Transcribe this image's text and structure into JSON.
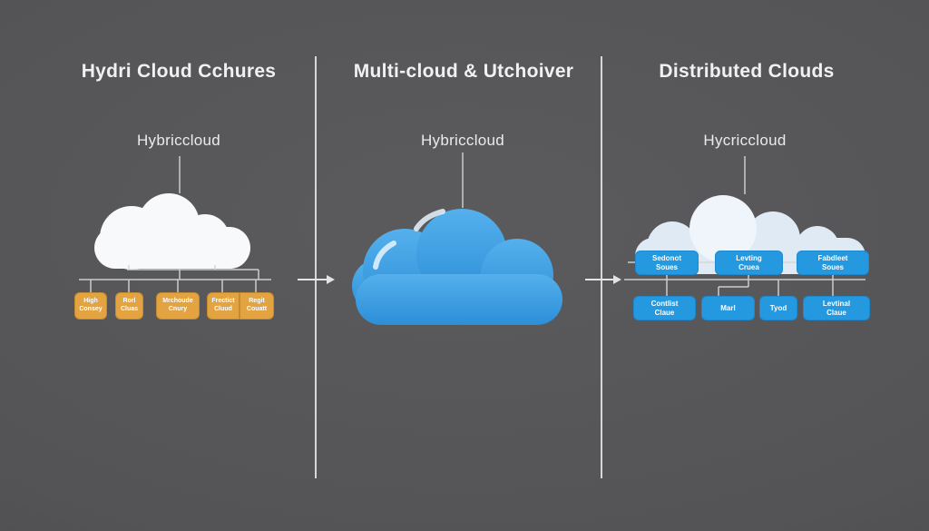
{
  "colors": {
    "background": "#5b5b5d",
    "divider": "#dedede",
    "connector": "#d6d6d6",
    "title_text": "#f1f1f1",
    "subtitle_text": "#ebebeb",
    "orange_node": "#e2a340",
    "blue_node": "#2499e0",
    "node_text": "#ffffff",
    "white_cloud": "#f8f9fa",
    "blue_cloud_top": "#55b0ec",
    "blue_cloud_bottom": "#2b8fd8",
    "light_cloud": "#dfeaf4",
    "light_cloud_top": "#eff5fb"
  },
  "panels": [
    {
      "title": "Hydri Cloud Cchures",
      "cloud_label": "Hybriccloud",
      "cloud_type": "white",
      "nodes": [
        {
          "line1": "High",
          "line2": "Consey"
        },
        {
          "line1": "Rorl",
          "line2": "Cluas"
        },
        {
          "line1": "Mrchoude",
          "line2": "Cnury"
        },
        {
          "line1": "Frectict",
          "line2": "Cluud"
        },
        {
          "line1": "Regit",
          "line2": "Couatt"
        }
      ]
    },
    {
      "title": "Multi-cloud & Utchoiver",
      "cloud_label": "Hybriccloud",
      "cloud_type": "blue"
    },
    {
      "title": "Distributed Clouds",
      "cloud_label": "Hycriccloud",
      "cloud_type": "light-blue",
      "top_nodes": [
        {
          "line1": "Sedonot",
          "line2": "Soues"
        },
        {
          "line1": "Levting",
          "line2": "Cruea"
        },
        {
          "line1": "Fabdleet",
          "line2": "Soues"
        }
      ],
      "bottom_nodes": [
        {
          "line1": "Contlist",
          "line2": "Claue"
        },
        {
          "line1": "Marl",
          "line2": ""
        },
        {
          "line1": "Tyod",
          "line2": ""
        },
        {
          "line1": "Levtinal",
          "line2": "Claue"
        }
      ]
    }
  ]
}
